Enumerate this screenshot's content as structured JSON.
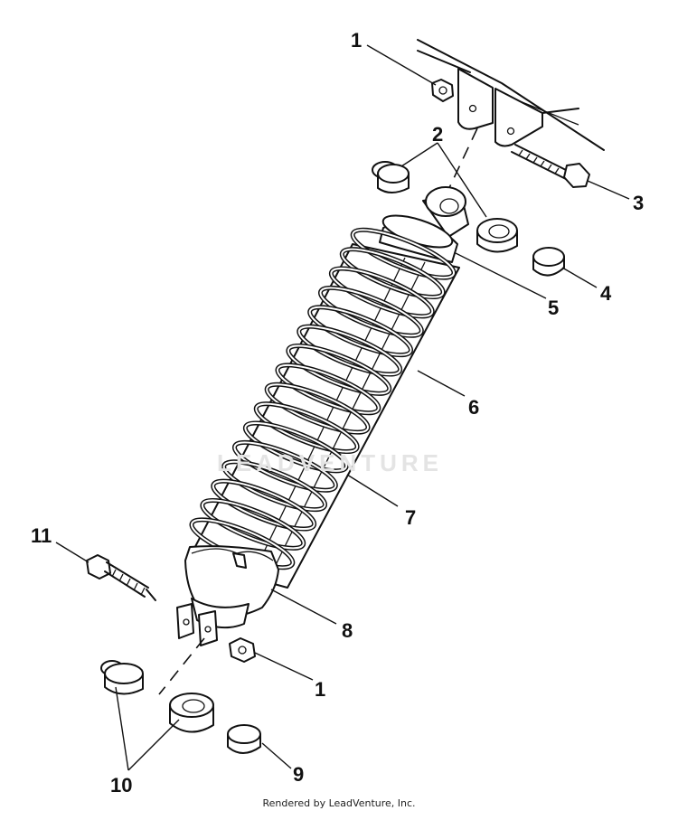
{
  "diagram": {
    "callouts": [
      {
        "id": "1-top",
        "label": "1"
      },
      {
        "id": "2",
        "label": "2"
      },
      {
        "id": "3",
        "label": "3"
      },
      {
        "id": "4",
        "label": "4"
      },
      {
        "id": "5",
        "label": "5"
      },
      {
        "id": "6",
        "label": "6"
      },
      {
        "id": "7",
        "label": "7"
      },
      {
        "id": "8",
        "label": "8"
      },
      {
        "id": "1-bottom",
        "label": "1"
      },
      {
        "id": "9",
        "label": "9"
      },
      {
        "id": "10",
        "label": "10"
      },
      {
        "id": "11",
        "label": "11"
      }
    ],
    "watermark": "LEADVENTURE",
    "footer": "Rendered by LeadVenture, Inc."
  }
}
